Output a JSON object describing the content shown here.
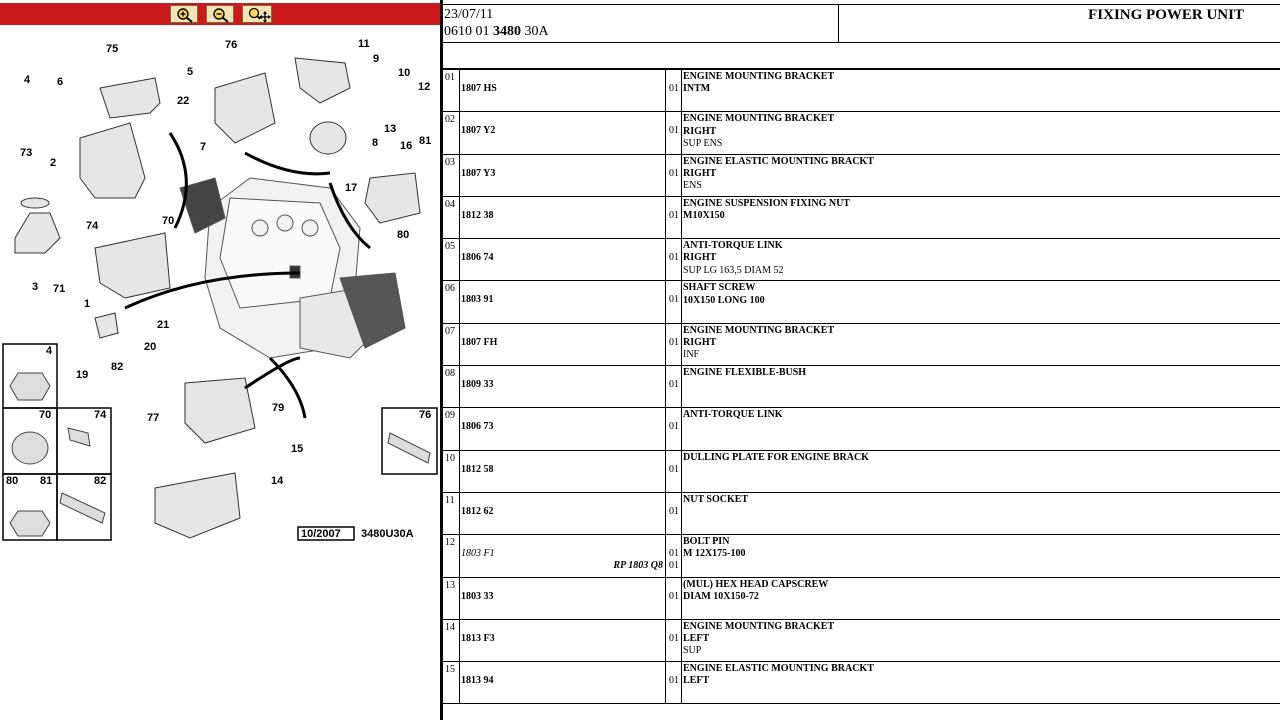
{
  "toolbar": {
    "buttons": [
      {
        "name": "zoom-in-button",
        "icon": "zoom-in-icon"
      },
      {
        "name": "zoom-out-button",
        "icon": "zoom-out-icon"
      },
      {
        "name": "zoom-pan-button",
        "icon": "zoom-pan-icon"
      }
    ]
  },
  "diagram": {
    "callouts": [
      "75",
      "5",
      "76",
      "11",
      "9",
      "10",
      "12",
      "4",
      "6",
      "22",
      "13",
      "7",
      "8",
      "73",
      "2",
      "16",
      "81",
      "17",
      "74",
      "70",
      "80",
      "71",
      "3",
      "1",
      "21",
      "82",
      "20",
      "19",
      "79",
      "77",
      "15",
      "14"
    ],
    "insets": [
      {
        "labels": [
          "4"
        ]
      },
      {
        "labels": [
          "70"
        ]
      },
      {
        "labels": [
          "74"
        ]
      },
      {
        "labels": [
          "80",
          "81"
        ]
      },
      {
        "labels": [
          "82"
        ]
      },
      {
        "labels": [
          "76"
        ]
      }
    ],
    "stamp_date": "10/2007",
    "stamp_code": "3480U30A"
  },
  "header": {
    "date": "23/07/11",
    "ref_prefix": "0610 01 ",
    "ref_bold": "3480",
    "ref_suffix": " 30A",
    "title": "FIXING POWER UNIT"
  },
  "rows": [
    {
      "num": "01",
      "ref": "1807 HS",
      "qty": "01",
      "desc": [
        "ENGINE MOUNTING BRACKET",
        "INTM"
      ]
    },
    {
      "num": "02",
      "ref": "1807 Y2",
      "qty": "01",
      "desc": [
        "ENGINE MOUNTING BRACKET",
        "RIGHT",
        "SUP ENS"
      ]
    },
    {
      "num": "03",
      "ref": "1807 Y3",
      "qty": "01",
      "desc": [
        "ENGINE ELASTIC MOUNTING BRACKT",
        "RIGHT",
        "ENS"
      ]
    },
    {
      "num": "04",
      "ref": "1812 38",
      "qty": "01",
      "desc": [
        "ENGINE SUSPENSION FIXING NUT",
        "M10X150"
      ]
    },
    {
      "num": "05",
      "ref": "1806 74",
      "qty": "01",
      "desc": [
        "ANTI-TORQUE LINK",
        "RIGHT",
        "SUP LG 163,5 DIAM 52"
      ]
    },
    {
      "num": "06",
      "ref": "1803 91",
      "qty": "01",
      "desc": [
        "SHAFT SCREW",
        "10X150 LONG 100"
      ]
    },
    {
      "num": "07",
      "ref": "1807 FH",
      "qty": "01",
      "desc": [
        "ENGINE MOUNTING BRACKET",
        "RIGHT",
        "INF"
      ]
    },
    {
      "num": "08",
      "ref": "1809 33",
      "qty": "01",
      "desc": [
        "ENGINE FLEXIBLE-BUSH"
      ]
    },
    {
      "num": "09",
      "ref": "1806 73",
      "qty": "01",
      "desc": [
        "ANTI-TORQUE LINK"
      ]
    },
    {
      "num": "10",
      "ref": "1812 58",
      "qty": "01",
      "desc": [
        "DULLING PLATE FOR ENGINE BRACK"
      ]
    },
    {
      "num": "11",
      "ref": "1812 62",
      "qty": "01",
      "desc": [
        "NUT SOCKET"
      ]
    },
    {
      "num": "12",
      "ref": "1803 F1",
      "ref_italic": true,
      "rp": "RP 1803 Q8",
      "qty": "01",
      "qty2": "01",
      "desc": [
        "BOLT PIN",
        "M 12X175-100"
      ]
    },
    {
      "num": "13",
      "ref": "1803 33",
      "qty": "01",
      "desc": [
        "(MUL) HEX HEAD CAPSCREW",
        "DIAM 10X150-72"
      ]
    },
    {
      "num": "14",
      "ref": "1813 F3",
      "qty": "01",
      "desc": [
        "ENGINE MOUNTING BRACKET",
        "LEFT",
        "SUP"
      ]
    },
    {
      "num": "15",
      "ref": "1813 94",
      "qty": "01",
      "desc": [
        "ENGINE ELASTIC MOUNTING BRACKT",
        "LEFT"
      ]
    }
  ]
}
